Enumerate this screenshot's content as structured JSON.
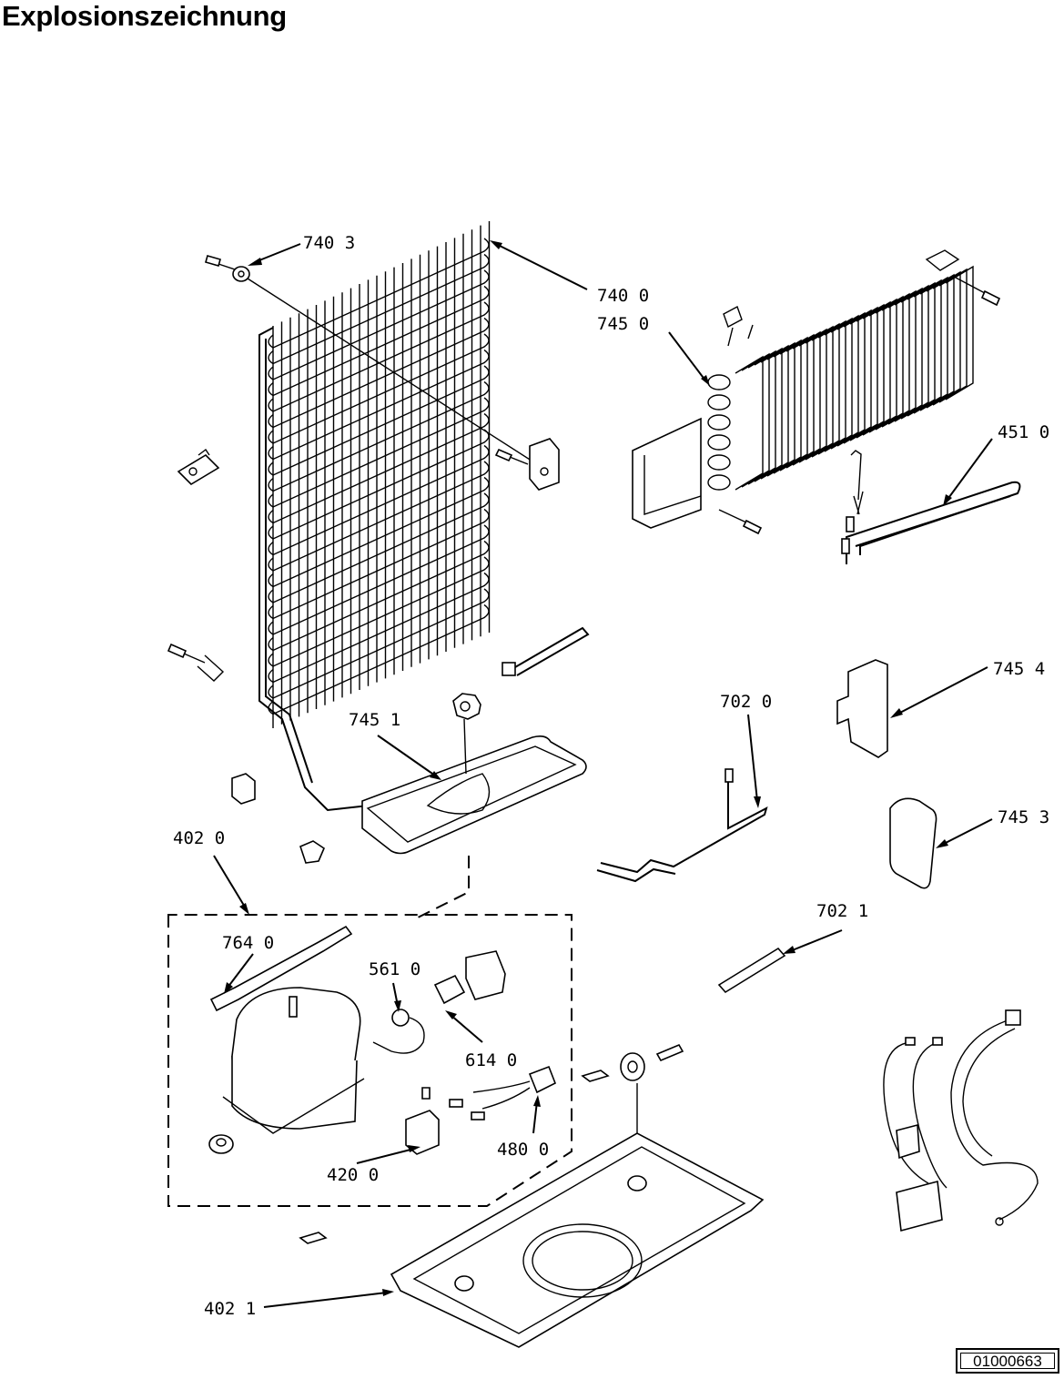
{
  "title": "Explosionszeichnung",
  "doc_number": "01000663",
  "callouts": {
    "c7403": "740 3",
    "c7400": "740 0",
    "c7450": "745 0",
    "c4510": "451 0",
    "c7454": "745 4",
    "c7020": "702 0",
    "c7451": "745 1",
    "c7453": "745 3",
    "c4020": "402 0",
    "c7021": "702 1",
    "c7640": "764 0",
    "c5610": "561 0",
    "c6140": "614 0",
    "c4800": "480 0",
    "c4200": "420 0",
    "c4021": "402 1"
  }
}
